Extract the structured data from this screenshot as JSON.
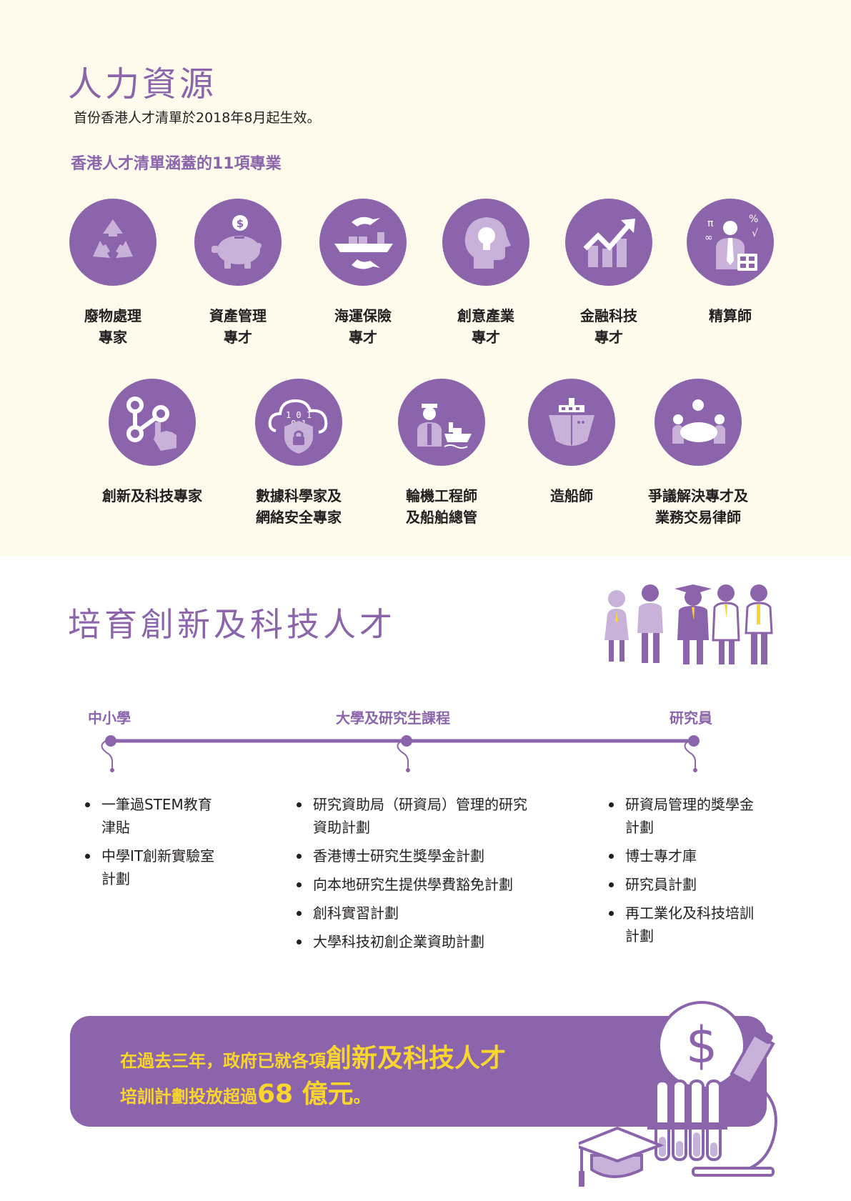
{
  "hr": {
    "title": "人力資源",
    "intro": "首份香港人才清單於2018年8月起生效。",
    "subtitle": "香港人才清單涵蓋的11項專業",
    "professions": [
      {
        "label": "廢物處理\n專家",
        "icon": "recycle-icon"
      },
      {
        "label": "資產管理\n專才",
        "icon": "piggy-bank-icon"
      },
      {
        "label": "海運保險\n專才",
        "icon": "cargo-ship-hands-icon"
      },
      {
        "label": "創意產業\n專才",
        "icon": "head-lightbulb-icon"
      },
      {
        "label": "金融科技\n專才",
        "icon": "growth-chart-icon"
      },
      {
        "label": "精算師",
        "icon": "actuary-calculator-icon"
      },
      {
        "label": "創新及科技專家",
        "icon": "touch-network-icon"
      },
      {
        "label": "數據科學家及\n網絡安全專家",
        "icon": "cloud-security-icon"
      },
      {
        "label": "輪機工程師\n及船舶總管",
        "icon": "ship-officer-icon"
      },
      {
        "label": "造船師",
        "icon": "ship-bow-icon"
      },
      {
        "label": "爭議解決專才及\n業務交易律師",
        "icon": "meeting-table-icon"
      }
    ]
  },
  "talent": {
    "title": "培育創新及科技人才",
    "stages": [
      {
        "title": "中小學",
        "items": [
          "一筆過STEM教育\n津貼",
          "中學IT創新實驗室\n計劃"
        ]
      },
      {
        "title": "大學及研究生課程",
        "items": [
          "研究資助局（研資局）管理的研究\n資助計劃",
          "香港博士研究生獎學金計劃",
          "向本地研究生提供學費豁免計劃",
          "創科實習計劃",
          "大學科技初創企業資助計劃"
        ]
      },
      {
        "title": "研究員",
        "items": [
          "研資局管理的獎學金\n計劃",
          "博士專才庫",
          "研究員計劃",
          "再工業化及科技培訓\n計劃"
        ]
      }
    ]
  },
  "banner": {
    "line1_a": "在過去三年，政府已就各項",
    "line1_b": "創新及科技人才",
    "line2_a": "培訓計劃投放超過",
    "line2_b": "68 億元",
    "line2_c": "。"
  },
  "colors": {
    "purple": "#8b64ab",
    "light_purple": "#c8b2da",
    "cream": "#fefbed",
    "yellow": "#f9d62e"
  }
}
